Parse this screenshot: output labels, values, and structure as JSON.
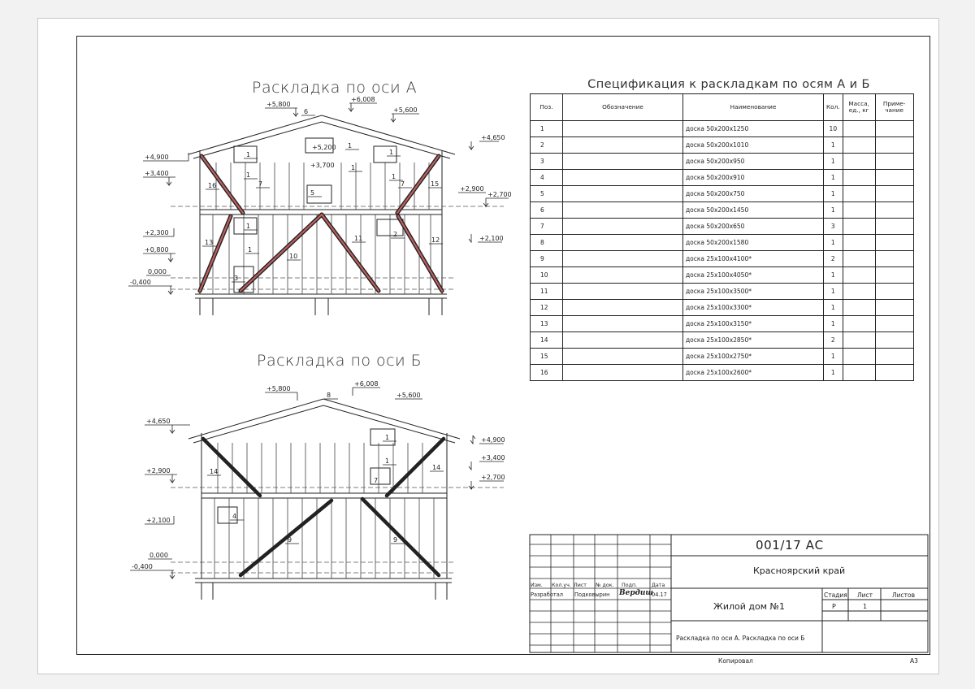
{
  "drawing_a": {
    "title": "Раскладка по оси А",
    "elevations": [
      "+5,800",
      "+6,008",
      "+5,600",
      "+4,650",
      "+4,900",
      "+3,400",
      "+2,900",
      "+2,700",
      "+2,300",
      "+2,100",
      "+0,800",
      "0,000",
      "-0,400",
      "+5,200",
      "+3,700"
    ],
    "tags": [
      "6",
      "1",
      "1",
      "1",
      "1",
      "1",
      "1",
      "7",
      "7",
      "16",
      "15",
      "5",
      "1",
      "2",
      "12",
      "13",
      "1",
      "11",
      "10",
      "3"
    ]
  },
  "drawing_b": {
    "title": "Раскладка по оси Б",
    "elevations": [
      "+5,800",
      "+6,008",
      "+5,600",
      "+4,650",
      "+4,900",
      "+3,400",
      "+2,900",
      "+2,700",
      "+2,100",
      "0,000",
      "-0,400"
    ],
    "tags": [
      "8",
      "1",
      "1",
      "7",
      "14",
      "14",
      "4",
      "9",
      "9"
    ]
  },
  "spec": {
    "caption": "Спецификация к раскладкам по осям А и Б",
    "headers": [
      "Поз.",
      "Обозначение",
      "Наименование",
      "Кол.",
      "Масса, ед., кг",
      "Приме- чание"
    ],
    "rows": [
      {
        "pos": "1",
        "name": "доска 50х200х1250",
        "qty": "10"
      },
      {
        "pos": "2",
        "name": "доска 50х200х1010",
        "qty": "1"
      },
      {
        "pos": "3",
        "name": "доска 50х200х950",
        "qty": "1"
      },
      {
        "pos": "4",
        "name": "доска 50х200х910",
        "qty": "1"
      },
      {
        "pos": "5",
        "name": "доска 50х200х750",
        "qty": "1"
      },
      {
        "pos": "6",
        "name": "доска 50х200х1450",
        "qty": "1"
      },
      {
        "pos": "7",
        "name": "доска 50х200х650",
        "qty": "3"
      },
      {
        "pos": "8",
        "name": "доска 50х200х1580",
        "qty": "1"
      },
      {
        "pos": "9",
        "name": "доска 25х100х4100*",
        "qty": "2"
      },
      {
        "pos": "10",
        "name": "доска 25х100х4050*",
        "qty": "1"
      },
      {
        "pos": "11",
        "name": "доска 25х100х3500*",
        "qty": "1"
      },
      {
        "pos": "12",
        "name": "доска 25х100х3300*",
        "qty": "1"
      },
      {
        "pos": "13",
        "name": "доска 25х100х3150*",
        "qty": "1"
      },
      {
        "pos": "14",
        "name": "доска 25х100х2850*",
        "qty": "2"
      },
      {
        "pos": "15",
        "name": "доска 25х100х2750*",
        "qty": "1"
      },
      {
        "pos": "16",
        "name": "доска 25х100х2600*",
        "qty": "1"
      }
    ]
  },
  "title_block": {
    "code": "001/17 АС",
    "region": "Красноярский край",
    "project": "Жилой дом №1",
    "sheet_name": "Раскладка по оси А. Раскладка по оси Б",
    "col_headers": [
      "Изм.",
      "Кол.уч.",
      "Лист",
      "№ док.",
      "Подп.",
      "Дата"
    ],
    "role": "Разработал",
    "author": "Подковырин",
    "signature": "Вердиш",
    "date": "04.17",
    "stage_label": "Стадия",
    "sheet_label": "Лист",
    "sheets_label": "Листов",
    "stage": "Р",
    "sheet": "1",
    "copied_label": "Копировал",
    "format": "А3"
  },
  "colors": {
    "line": "#222222",
    "brace": "#b04a4a"
  }
}
